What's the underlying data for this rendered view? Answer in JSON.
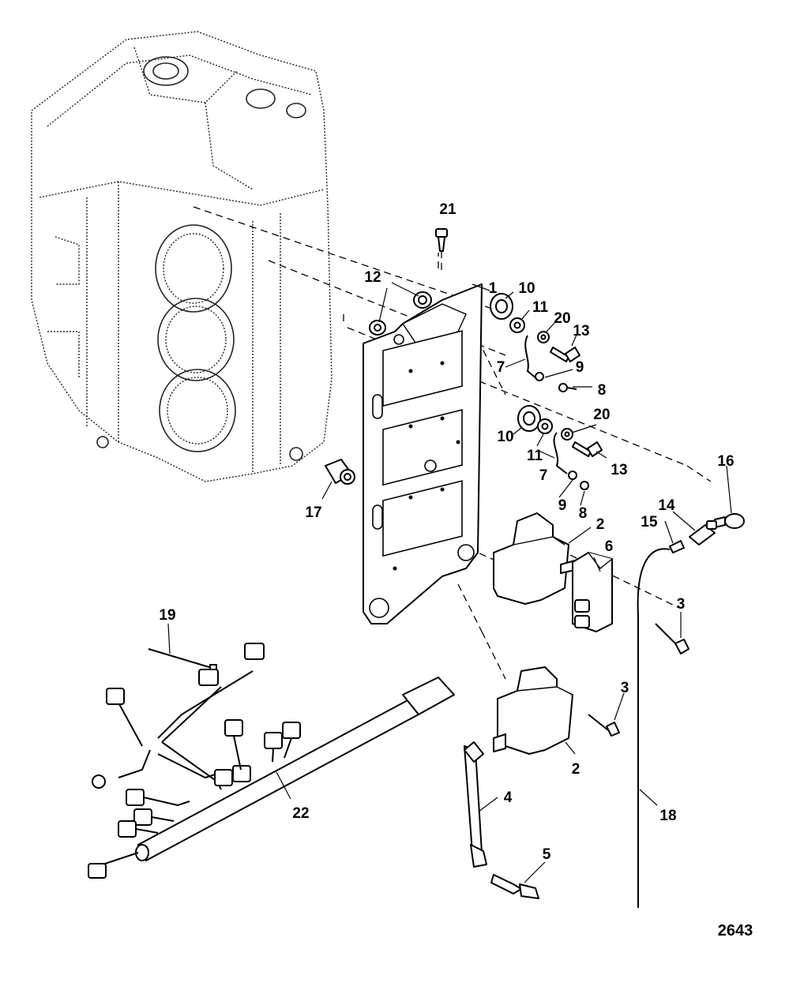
{
  "figure_number": "2643",
  "callouts": {
    "c1": "1",
    "c2a": "2",
    "c2b": "2",
    "c3a": "3",
    "c3b": "3",
    "c4": "4",
    "c5": "5",
    "c6": "6",
    "c7a": "7",
    "c7b": "7",
    "c8a": "8",
    "c8b": "8",
    "c9a": "9",
    "c9b": "9",
    "c10a": "10",
    "c10b": "10",
    "c11a": "11",
    "c11b": "11",
    "c12": "12",
    "c13a": "13",
    "c13b": "13",
    "c14": "14",
    "c15": "15",
    "c16": "16",
    "c17": "17",
    "c18": "18",
    "c19": "19",
    "c20a": "20",
    "c20b": "20",
    "c21": "21",
    "c22": "22"
  }
}
